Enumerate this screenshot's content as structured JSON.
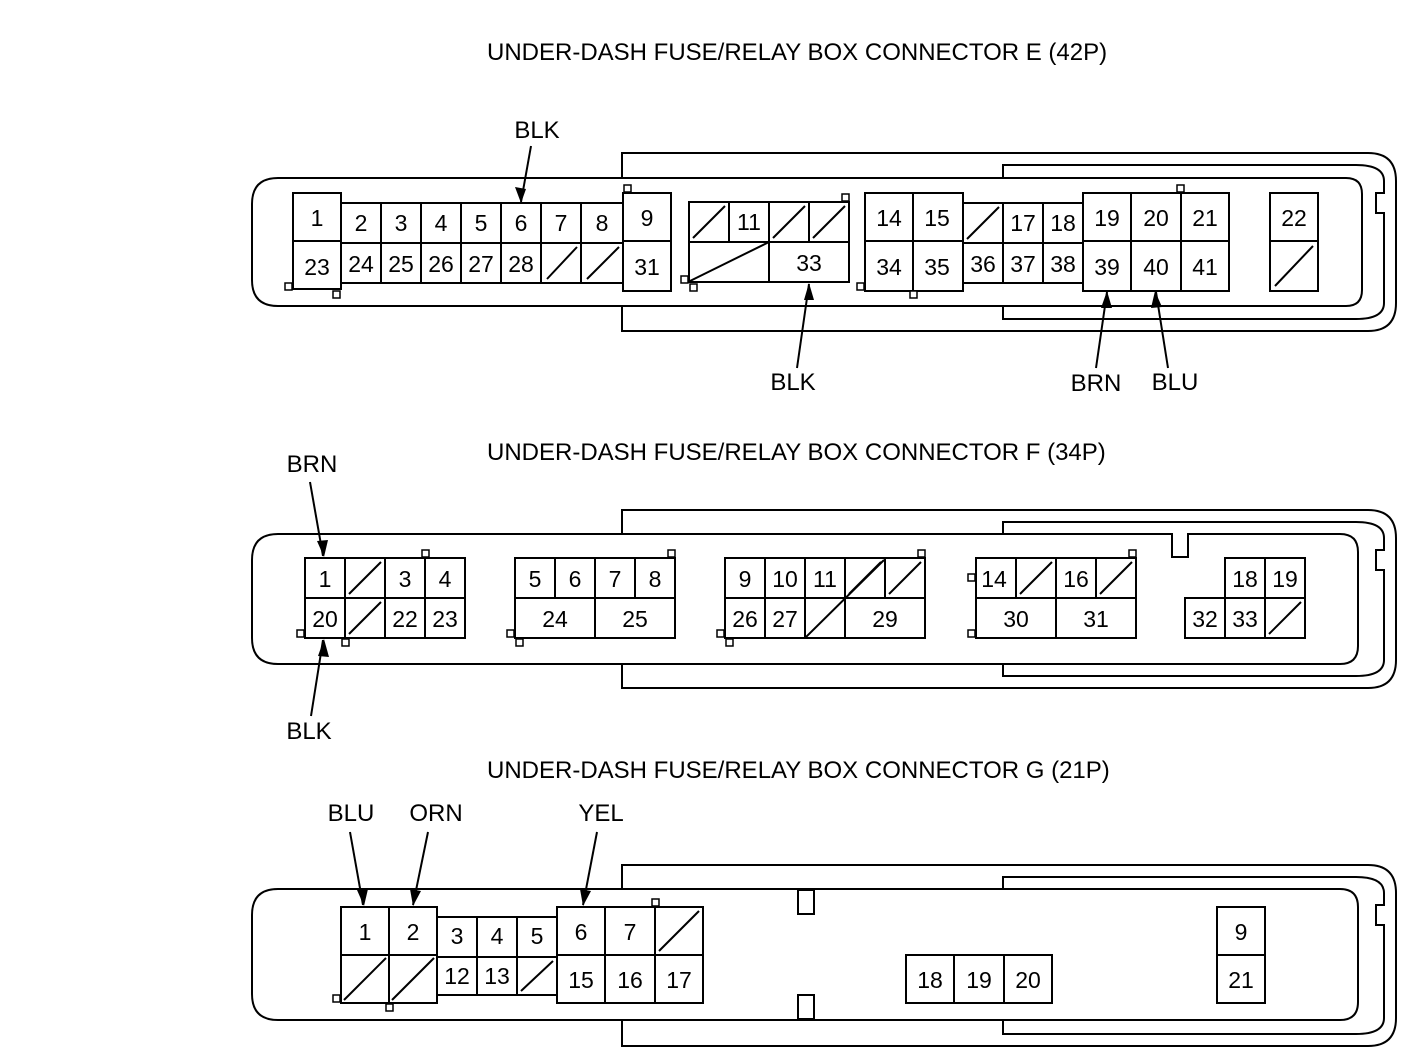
{
  "connectors": [
    {
      "title": "UNDER-DASH FUSE/RELAY BOX CONNECTOR E (42P)",
      "wires": [
        {
          "pin": "6",
          "color": "BLK"
        },
        {
          "pin": "33",
          "color": "BLK"
        },
        {
          "pin": "39",
          "color": "BRN"
        },
        {
          "pin": "40",
          "color": "BLU"
        }
      ]
    },
    {
      "title": "UNDER-DASH FUSE/RELAY BOX CONNECTOR F (34P)",
      "wires": [
        {
          "pin": "1",
          "color": "BRN"
        },
        {
          "pin": "20",
          "color": "BLK"
        }
      ]
    },
    {
      "title": "UNDER-DASH FUSE/RELAY BOX CONNECTOR G (21P)",
      "wires": [
        {
          "pin": "1",
          "color": "BLU"
        },
        {
          "pin": "2",
          "color": "ORN"
        },
        {
          "pin": "6",
          "color": "YEL"
        }
      ]
    }
  ]
}
